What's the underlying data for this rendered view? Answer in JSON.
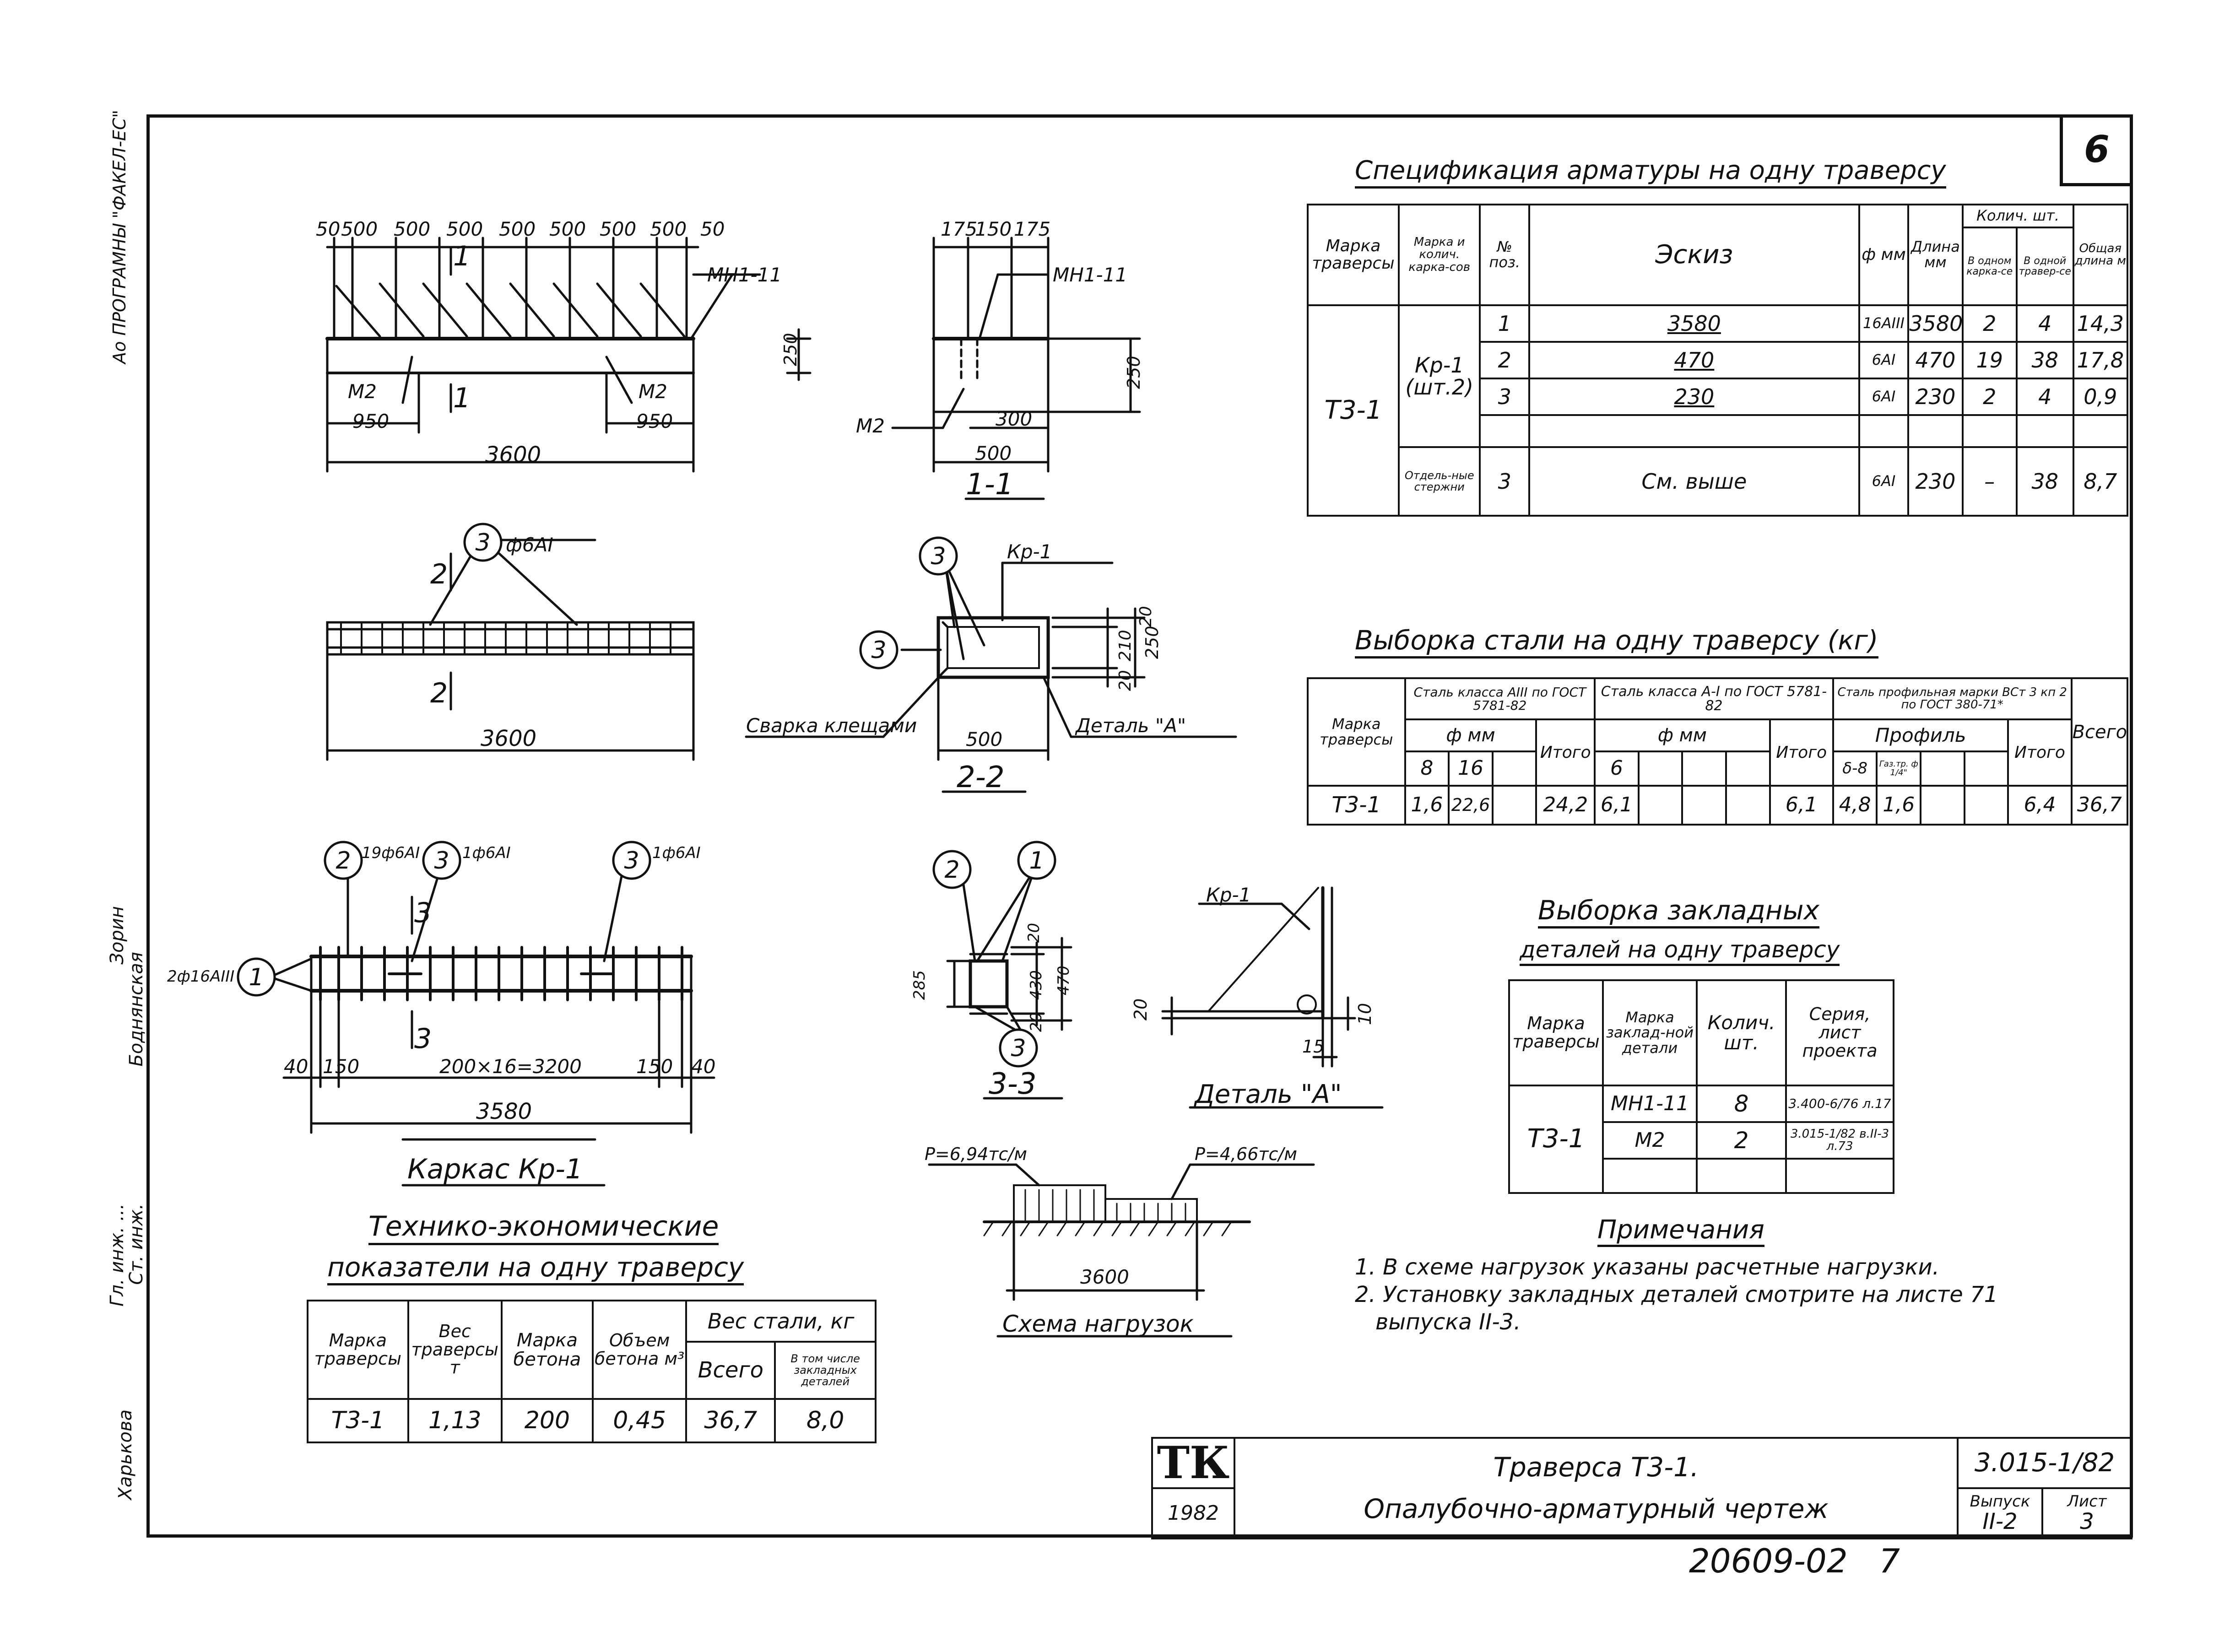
{
  "sheet_number": "6",
  "side_stamp": {
    "top": "Ао ПРОГРАМНЫ \"ФАКЕЛ-ЕС\"",
    "rows": [
      "Гл. инж. ...",
      "Ст. инж.",
      "Зорин",
      "Боднянская",
      "Харькова"
    ]
  },
  "spec_table": {
    "title": "Спецификация арматуры на одну траверсу",
    "headers": {
      "marka": "Марка траверсы",
      "marka_kol": "Марка и колич. карка-сов",
      "pos": "№ поз.",
      "eskiz": "Эскиз",
      "diam": "ф мм",
      "dlina": "Длина мм",
      "kolich": "Колич. шт.",
      "v_karkase": "В одном карка-се",
      "v_traverse": "В одной травер-се",
      "obshaya": "Общая длина м"
    },
    "marka": "Т3-1",
    "karkas": "Кр-1 (шт.2)",
    "rows": [
      {
        "pos": "1",
        "eskiz": "3580",
        "diam": "16АIII",
        "dlina": "3580",
        "v_karkase": "2",
        "v_traverse": "4",
        "obshaya": "14,3"
      },
      {
        "pos": "2",
        "eskiz": "470",
        "diam": "6АI",
        "dlina": "470",
        "v_karkase": "19",
        "v_traverse": "38",
        "obshaya": "17,8"
      },
      {
        "pos": "3",
        "eskiz": "230",
        "diam": "6АI",
        "dlina": "230",
        "v_karkase": "2",
        "v_traverse": "4",
        "obshaya": "0,9"
      }
    ],
    "separate": {
      "label": "Отдель-ные стержни",
      "pos": "3",
      "eskiz": "См. выше",
      "diam": "6АI",
      "dlina": "230",
      "v_karkase": "–",
      "v_traverse": "38",
      "obshaya": "8,7"
    }
  },
  "steel_table": {
    "title": "Выборка стали на одну траверсу (кг)",
    "headers": {
      "marka": "Марка траверсы",
      "g1": "Сталь класса АIII по ГОСТ 5781-82",
      "g2": "Сталь класса А-I по ГОСТ 5781-82",
      "g3": "Сталь профильная марки ВСт 3 кп 2 по ГОСТ 380-71*",
      "fmm": "ф мм",
      "itogo": "Итого",
      "profil": "Профиль",
      "vsego": "Всего",
      "d8": "8",
      "d16": "16",
      "d6": "6",
      "p1": "δ-8",
      "p2": "Газ.тр. ф 1/4\""
    },
    "row": {
      "marka": "Т3-1",
      "d8": "1,6",
      "d16": "22,6",
      "itogo1": "24,2",
      "d6": "6,1",
      "itogo2": "6,1",
      "p1": "4,8",
      "p2": "1,6",
      "itogo3": "6,4",
      "vsego": "36,7"
    }
  },
  "emb_table": {
    "title1": "Выборка закладных",
    "title2": "деталей на одну траверсу",
    "headers": {
      "marka": "Марка траверсы",
      "zakl": "Марка заклад-ной детали",
      "kol": "Колич. шт.",
      "seria": "Серия, лист проекта"
    },
    "marka": "Т3-1",
    "rows": [
      {
        "zakl": "МН1-11",
        "kol": "8",
        "seria": "3.400-6/76 л.17"
      },
      {
        "zakl": "М2",
        "kol": "2",
        "seria": "3.015-1/82 в.II-3 л.73"
      }
    ]
  },
  "notes": {
    "title": "Примечания",
    "items": [
      "1. В схеме нагрузок указаны расчетные нагрузки.",
      "2. Установку закладных деталей смотрите на листе 71",
      "выпуска II-3."
    ]
  },
  "tei_table": {
    "title1": "Технико-экономические",
    "title2": "показатели на одну траверсу",
    "headers": {
      "marka": "Марка траверсы",
      "ves": "Вес траверсы т",
      "beton": "Марка бетона",
      "obem": "Объем бетона м³",
      "ves_stali": "Вес стали, кг",
      "vsego": "Всего",
      "v_tom": "В том числе закладных деталей"
    },
    "row": {
      "marka": "Т3-1",
      "ves": "1,13",
      "beton": "200",
      "obem": "0,45",
      "vsego": "36,7",
      "v_tom": "8,0"
    }
  },
  "drawings": {
    "elev_dims_top": [
      "50",
      "500",
      "500",
      "500",
      "500",
      "500",
      "500",
      "500",
      "50"
    ],
    "mh1": "МН1-11",
    "m2": "М2",
    "d950": "950",
    "d3600": "3600",
    "d250": "250",
    "sec1_dims": [
      "175",
      "150",
      "175"
    ],
    "d300": "300",
    "d500": "500",
    "sec1_title": "1-1",
    "sec_mark1": "1",
    "sec_mark2": "2",
    "sec_mark3": "3",
    "plan_callout": "ф6АI",
    "kr1": "Кр-1",
    "svarka": "Сварка клещами",
    "detal_a_ref": "Деталь \"А\"",
    "sec2_dims": [
      "20",
      "210",
      "20"
    ],
    "sec2_title": "2-2",
    "cage_callouts": [
      "19ф6АI",
      "1ф6АI",
      "1ф6АI",
      "2ф16АIII"
    ],
    "cage_dims": [
      "40",
      "150",
      "200×16=3200",
      "150",
      "40"
    ],
    "d3580": "3580",
    "cage_title": "Каркас Кр-1",
    "sec3_dims": [
      "20",
      "430",
      "20",
      "470",
      "285"
    ],
    "sec3_title": "3-3",
    "detail_dims": [
      "20",
      "10",
      "15"
    ],
    "detail_title": "Деталь \"А\"",
    "load_p1": "P=6,94тс/м",
    "load_p2": "P=4,66тс/м",
    "load_title": "Схема нагрузок",
    "circle_labels": [
      "1",
      "2",
      "3"
    ]
  },
  "title_block": {
    "logo": "ТК",
    "year": "1982",
    "title1": "Траверса Т3-1.",
    "title2": "Опалубочно-арматурный чертеж",
    "code": "3.015-1/82",
    "vypusk_label": "Выпуск",
    "vypusk": "II-2",
    "list_label": "Лист",
    "list": "3"
  },
  "bottom_number": "20609-02   7"
}
